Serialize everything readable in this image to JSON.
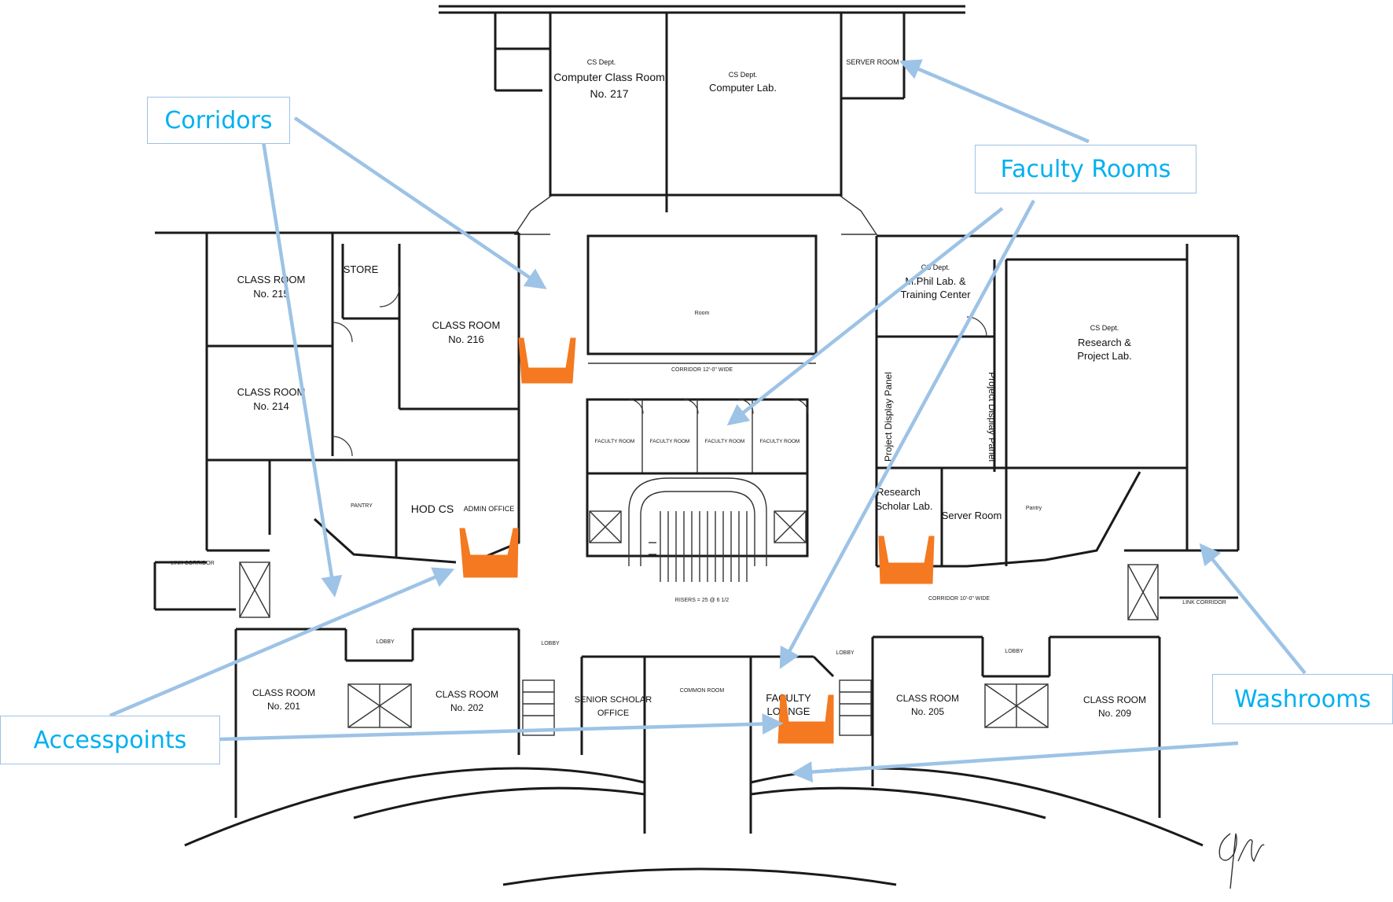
{
  "rooms": {
    "cs_dept_a": "CS Dept.",
    "computer_class_room": "Computer Class Room",
    "no_217": "No. 217",
    "cs_dept_b": "CS Dept.",
    "computer_lab": "Computer Lab.",
    "server_room_top": "SERVER ROOM",
    "class_room_215": "CLASS ROOM",
    "no_215": "No. 215",
    "store": "STORE",
    "class_room_216": "CLASS ROOM",
    "no_216": "No. 216",
    "class_room_214": "CLASS ROOM",
    "no_214": "No. 214",
    "cs_dept_c": "CS Dept.",
    "mphil_lab": "M.Phil Lab. &",
    "training_center": "Training Center",
    "cs_dept_d": "CS Dept.",
    "research": "Research &",
    "project_lab": "Project Lab.",
    "project_display_a": "Project Display Panel",
    "project_display_b": "Project Display Panel",
    "faculty_room_1": "FACULTY ROOM",
    "faculty_room_2": "FACULTY ROOM",
    "faculty_room_3": "FACULTY ROOM",
    "faculty_room_4": "FACULTY ROOM",
    "hod_cs": "HOD CS",
    "admin_office": "ADMIN OFFICE",
    "research_a": "Research",
    "scholar_lab": "Scholar Lab.",
    "server_room": "Server Room",
    "class_room_201": "CLASS ROOM",
    "no_201": "No. 201",
    "class_room_202": "CLASS ROOM",
    "no_202": "No. 202",
    "senior_scholar": "SENIOR SCHOLAR",
    "office": "OFFICE",
    "faculty_lounge_a": "FACULTY",
    "faculty_lounge_b": "LOUNGE",
    "class_room_205": "CLASS ROOM",
    "no_205": "No. 205",
    "class_room_209": "CLASS ROOM",
    "no_209": "No. 209"
  },
  "callouts": {
    "corridors": "Corridors",
    "faculty_rooms": "Faculty Rooms",
    "accesspoints": "Accesspoints",
    "washrooms": "Washrooms"
  },
  "colors": {
    "callout_text": "#00b0f0",
    "callout_border": "#9dc3e6",
    "arrow": "#9dc3e6",
    "access_point": "#f47920",
    "wall": "#1a1a1a"
  }
}
